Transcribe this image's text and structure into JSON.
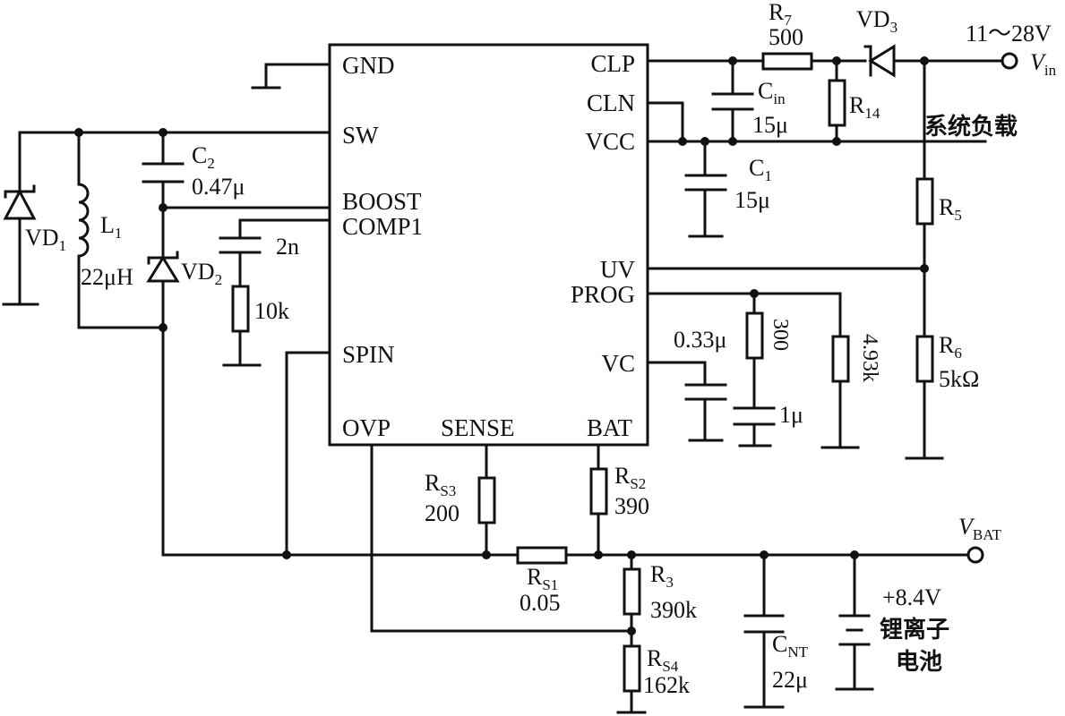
{
  "ic": {
    "pins": {
      "gnd": "GND",
      "sw": "SW",
      "boost": "BOOST",
      "comp1": "COMP1",
      "spin": "SPIN",
      "ovp": "OVP",
      "sense": "SENSE",
      "bat": "BAT",
      "clp": "CLP",
      "cln": "CLN",
      "vcc": "VCC",
      "uv": "UV",
      "prog": "PROG",
      "vc": "VC"
    }
  },
  "components": {
    "r7": {
      "name": "R",
      "sub": "7",
      "value": "500"
    },
    "vd3": {
      "name": "VD",
      "sub": "3"
    },
    "vin": {
      "range": "11～28V",
      "label": "V",
      "sub": "in"
    },
    "cin": {
      "name": "C",
      "sub": "in",
      "value": "15μ"
    },
    "r14": {
      "name": "R",
      "sub": "14"
    },
    "system_load": "系统负载",
    "c1": {
      "name": "C",
      "sub": "1",
      "value": "15μ"
    },
    "r5": {
      "name": "R",
      "sub": "5"
    },
    "r6": {
      "name": "R",
      "sub": "6",
      "value": "5kΩ"
    },
    "c2": {
      "name": "C",
      "sub": "2",
      "value": "0.47μ"
    },
    "vd1": {
      "name": "VD",
      "sub": "1"
    },
    "l1": {
      "name": "L",
      "sub": "1",
      "value": "22μH"
    },
    "vd2": {
      "name": "VD",
      "sub": "2"
    },
    "c_comp": {
      "value": "2n"
    },
    "r_comp": {
      "value": "10k"
    },
    "c_prog": {
      "value": "0.33μ"
    },
    "r_prog_series": {
      "value": "300"
    },
    "r_prog": {
      "value": "4.93k"
    },
    "c_vc": {
      "value": "1μ"
    },
    "rs3": {
      "name": "R",
      "sub": "S3",
      "value": "200"
    },
    "rs2": {
      "name": "R",
      "sub": "S2",
      "value": "390"
    },
    "rs1": {
      "name": "R",
      "sub": "S1",
      "value": "0.05"
    },
    "r3": {
      "name": "R",
      "sub": "3",
      "value": "390k"
    },
    "rs4": {
      "name": "R",
      "sub": "S4",
      "value": "162k"
    },
    "cnt": {
      "name": "C",
      "sub": "NT",
      "value": "22μ"
    },
    "vbat": {
      "label": "V",
      "sub": "BAT"
    },
    "battery": {
      "voltage": "+8.4V",
      "line1": "锂离子",
      "line2": "电池"
    }
  }
}
